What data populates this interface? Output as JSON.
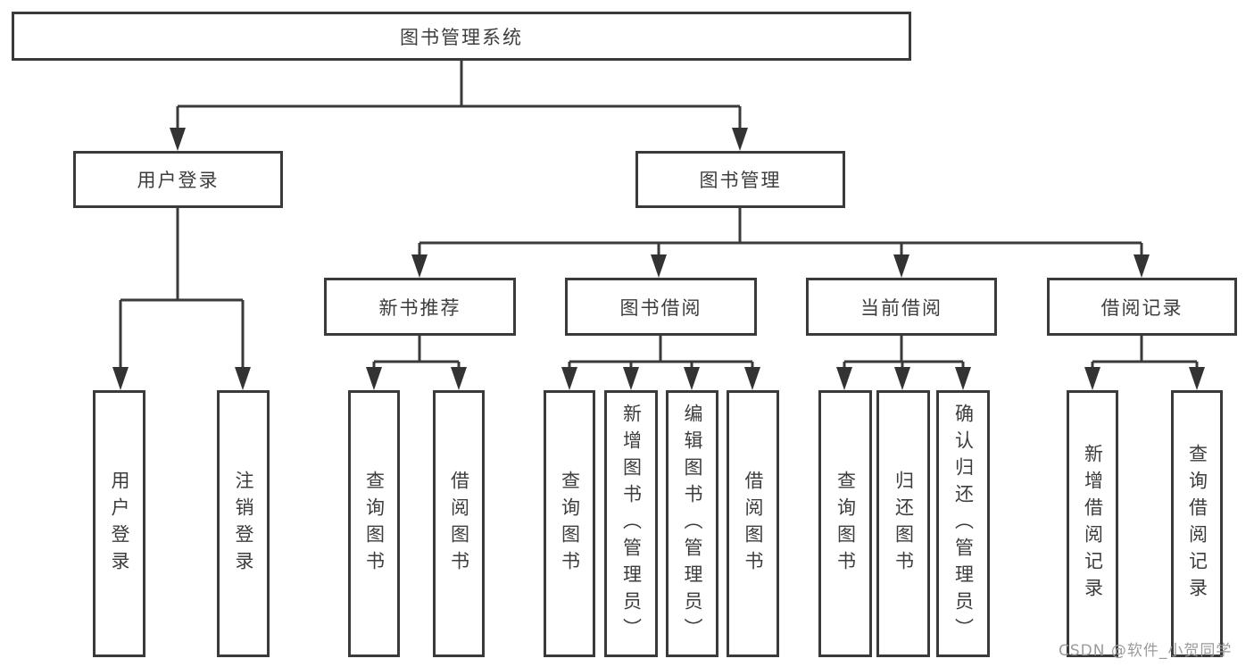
{
  "colors": {
    "line": "#3a3a3a",
    "box_border": "#3a3a3a",
    "text": "#3d3d3d",
    "box_background": "#ffffff",
    "page_background": "#ffffff",
    "watermark": "#9b9b9b"
  },
  "tree": {
    "root": {
      "label": "图书管理系统"
    },
    "branches": [
      {
        "label": "用户登录",
        "children": [
          {
            "label": "用户登录"
          },
          {
            "label": "注销登录"
          }
        ]
      },
      {
        "label": "图书管理",
        "children": [
          {
            "label": "新书推荐",
            "children": [
              {
                "label": "查询图书"
              },
              {
                "label": "借阅图书"
              }
            ]
          },
          {
            "label": "图书借阅",
            "children": [
              {
                "label": "查询图书"
              },
              {
                "label": "新增图书（管理员）"
              },
              {
                "label": "编辑图书（管理员）"
              },
              {
                "label": "借阅图书"
              }
            ]
          },
          {
            "label": "当前借阅",
            "children": [
              {
                "label": "查询图书"
              },
              {
                "label": "归还图书"
              },
              {
                "label": "确认归还（管理员）"
              }
            ]
          },
          {
            "label": "借阅记录",
            "children": [
              {
                "label": "新增借阅记录"
              },
              {
                "label": "查询借阅记录"
              }
            ]
          }
        ]
      }
    ]
  },
  "watermark": {
    "text": "CSDN @软件_小贺同学"
  }
}
